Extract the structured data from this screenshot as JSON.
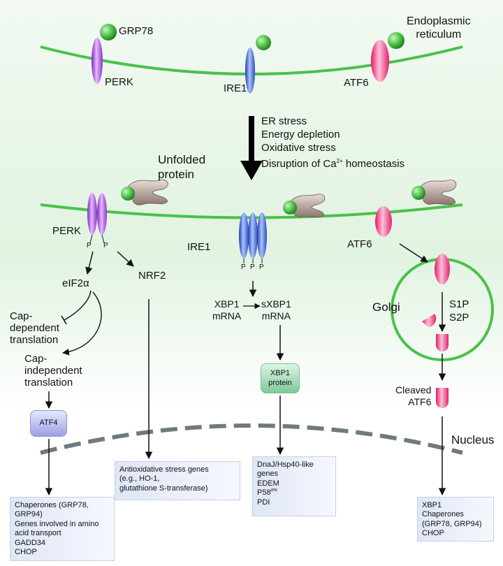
{
  "er_label": [
    "Endoplasmic",
    "reticulum"
  ],
  "top": {
    "grp78": "GRP78",
    "perk": "PERK",
    "ire1": "IRE1",
    "atf6": "ATF6"
  },
  "stress_list": [
    "ER stress",
    "Energy depletion",
    "Oxidative stress",
    "Disruption of Ca"
  ],
  "stress_sup": "2+",
  "stress_tail": " homeostasis",
  "unfolded_protein": [
    "Unfolded",
    "protein"
  ],
  "second": {
    "perk": "PERK",
    "ire1": "IRE1",
    "atf6": "ATF6",
    "p": "P"
  },
  "perk_branch": {
    "eif2a": "eIF2α",
    "nrf2": "NRF2",
    "cap_dep": [
      "Cap-",
      "dependent",
      "translation"
    ],
    "cap_indep": [
      "Cap-",
      "independent",
      "translation"
    ],
    "atf4": "ATF4"
  },
  "ire1_branch": {
    "xbp1_mrna": [
      "XBP1",
      "mRNA"
    ],
    "sxbp1_mrna": [
      "sXBP1",
      "mRNA"
    ],
    "xbp1_protein": [
      "XBP1",
      "protein"
    ]
  },
  "atf6_branch": {
    "golgi": "Golgi",
    "s1p": "S1P",
    "s2p": "S2P",
    "cleaved": [
      "Cleaved",
      "ATF6"
    ]
  },
  "nucleus": "Nucleus",
  "boxes": {
    "perk_genes": [
      "Chaperones (GRP78,",
      "GRP94)",
      "Genes involved in amino",
      "acid transport",
      "GADD34",
      "CHOP"
    ],
    "nrf2_genes": [
      "Antioxidative stress genes",
      "(e.g., HO-1,",
      "glutathione S-transferase)"
    ],
    "ire1_genes": [
      "DnaJ/Hsp40-like",
      "genes",
      "EDEM",
      "P58",
      "PDI"
    ],
    "ire1_p58_sup": "IPK",
    "atf6_genes": [
      "XBP1",
      "Chaperones",
      "(GRP78, GRP94)",
      "CHOP"
    ]
  }
}
